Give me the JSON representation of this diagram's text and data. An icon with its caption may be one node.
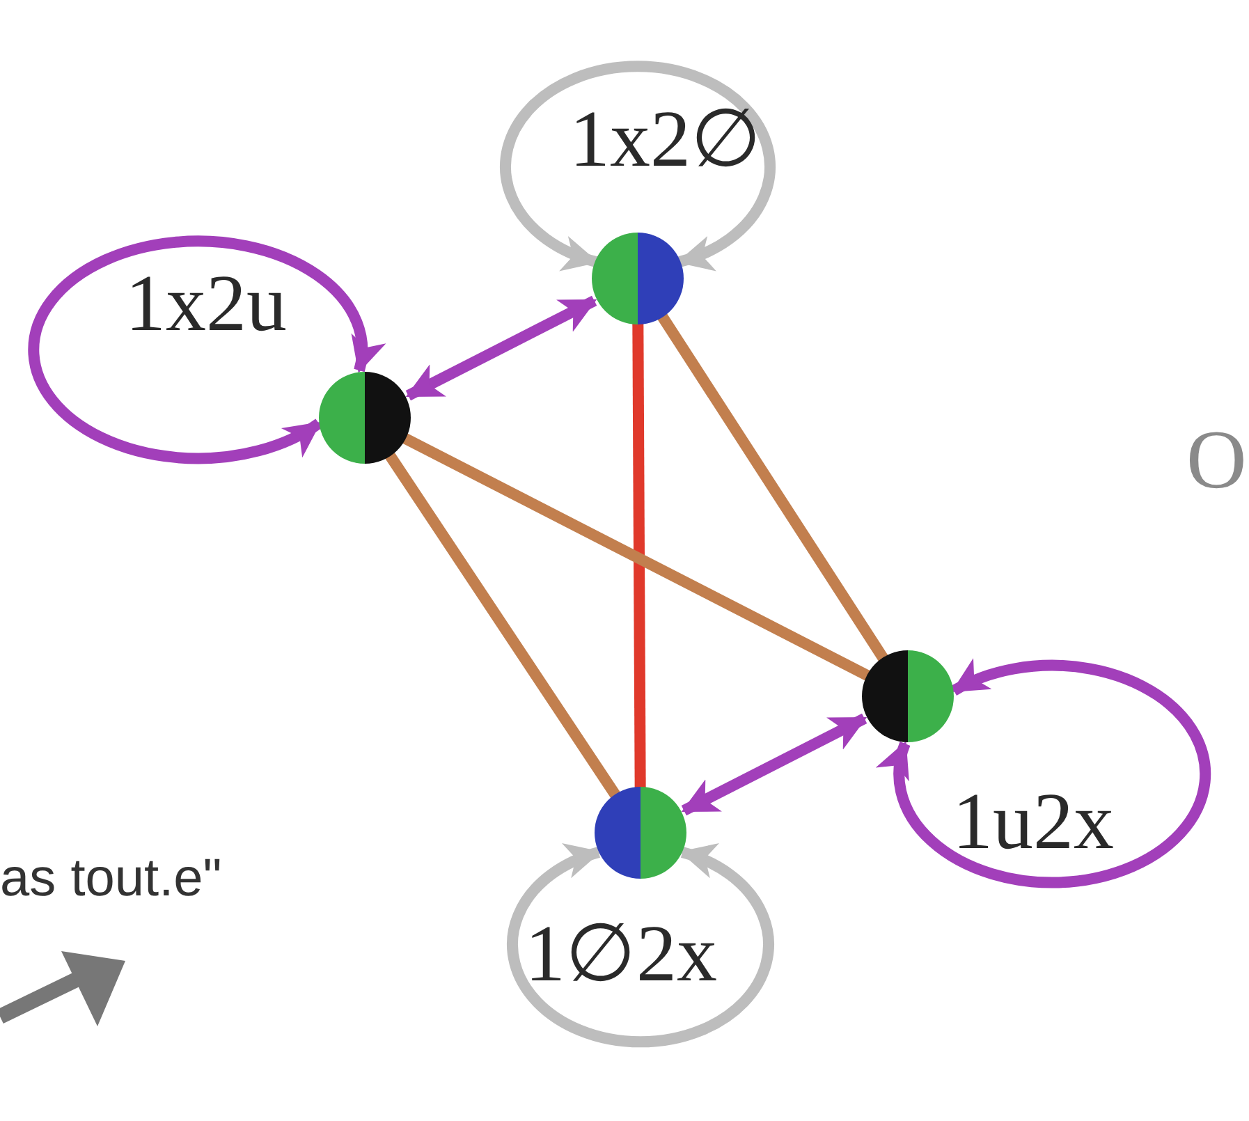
{
  "diagram": {
    "nodes": [
      {
        "text": [],
        "shape": "circle"
      },
      {
        "text": [],
        "shape": "circle"
      },
      {
        "text": [],
        "shape": "circle"
      },
      {
        "text": [],
        "shape": "circle"
      }
    ],
    "edges": [
      {
        "from": 0,
        "to": 0,
        "arrow": "both",
        "label": "1x2∅",
        "color": "#bdbdbd"
      },
      {
        "from": 1,
        "to": 1,
        "arrow": "both",
        "label": "1x2u",
        "color": "#a23fba"
      },
      {
        "from": 1,
        "to": 0,
        "arrow": "both",
        "color": "#a23fba"
      },
      {
        "from": 0,
        "to": 3,
        "arrow": "none",
        "color": "#e0392b"
      },
      {
        "from": 0,
        "to": 2,
        "arrow": "none",
        "color": "#c27f4e"
      },
      {
        "from": 1,
        "to": 2,
        "arrow": "none",
        "color": "#c27f4e"
      },
      {
        "from": 1,
        "to": 3,
        "arrow": "none",
        "color": "#c27f4e"
      },
      {
        "from": 3,
        "to": 2,
        "arrow": "both",
        "color": "#a23fba"
      },
      {
        "from": 2,
        "to": 2,
        "arrow": "both",
        "label": "1u2x",
        "color": "#a23fba"
      },
      {
        "from": 3,
        "to": 3,
        "arrow": "both",
        "label": "1∅2x",
        "color": "#bdbdbd"
      }
    ],
    "labels": [
      "O",
      "as tout.e\""
    ]
  }
}
